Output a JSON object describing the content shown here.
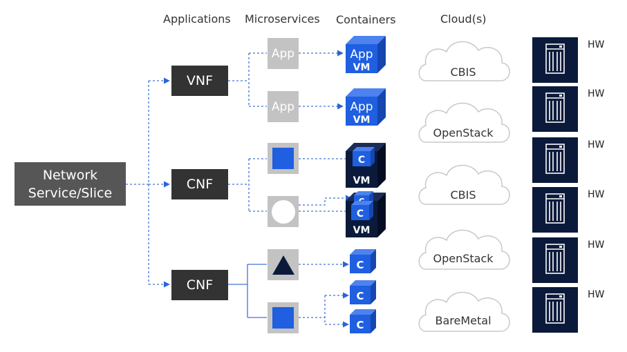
{
  "headers": {
    "applications": "Applications",
    "microservices": "Microservices",
    "containers": "Containers",
    "clouds": "Cloud(s)"
  },
  "network_service": "Network\nService/Slice",
  "app_boxes": [
    {
      "label": "VNF"
    },
    {
      "label": "CNF"
    },
    {
      "label": "CNF"
    }
  ],
  "microservice_labels": [
    "App",
    "App"
  ],
  "container_labels": {
    "app": "App",
    "vm": "VM",
    "c": "C"
  },
  "clouds": [
    "CBIS",
    "OpenStack",
    "CBIS",
    "OpenStack",
    "BareMetal"
  ],
  "hw_label": "HW",
  "colors": {
    "dark": "#333333",
    "network_box": "#565656",
    "micro_bg": "#c3c3c3",
    "blue": "#1f5fe0",
    "navy": "#0b1a3b",
    "connector": "#3f74d8"
  }
}
